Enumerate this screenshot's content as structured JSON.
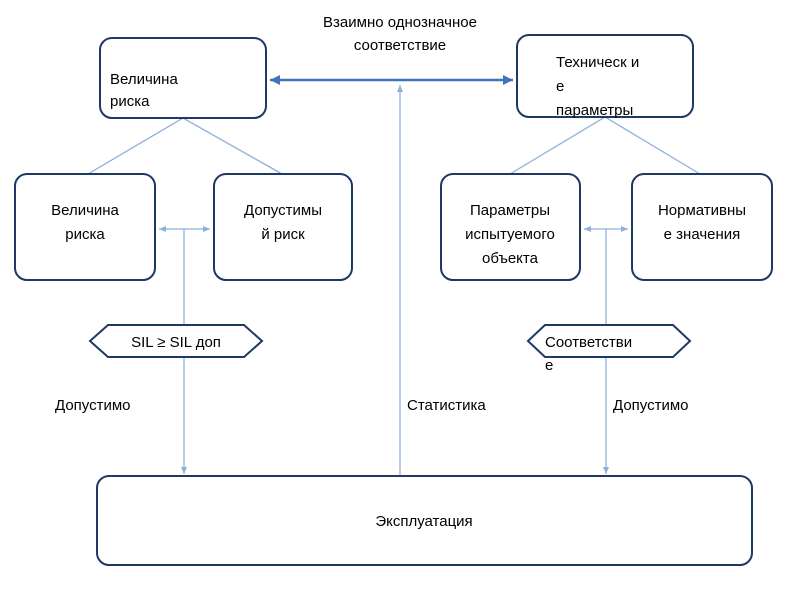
{
  "title": [
    "Взаимно однозначное",
    "соответствие"
  ],
  "risk_top": [
    "Величина",
    "риска"
  ],
  "tech_top": [
    "Техническ и",
    "е",
    "параметры"
  ],
  "risk_value": [
    "Величина",
    "риска"
  ],
  "risk_allowed": [
    "Допустимы",
    "й риск"
  ],
  "params_object": [
    "Параметры",
    "испытуемого",
    "объекта"
  ],
  "normative": [
    "Нормативны",
    "е значения"
  ],
  "sil_condition": "SIL ≥ SIL доп",
  "conformity": [
    "Соответстви",
    "е"
  ],
  "left_label": "Допустимо",
  "center_label": "Статистика",
  "right_label": "Допустимо",
  "operation": "Эксплуатация",
  "colors": {
    "border": "#1f3864",
    "line": "#8eb0da",
    "arrow": "#3f74bd"
  }
}
